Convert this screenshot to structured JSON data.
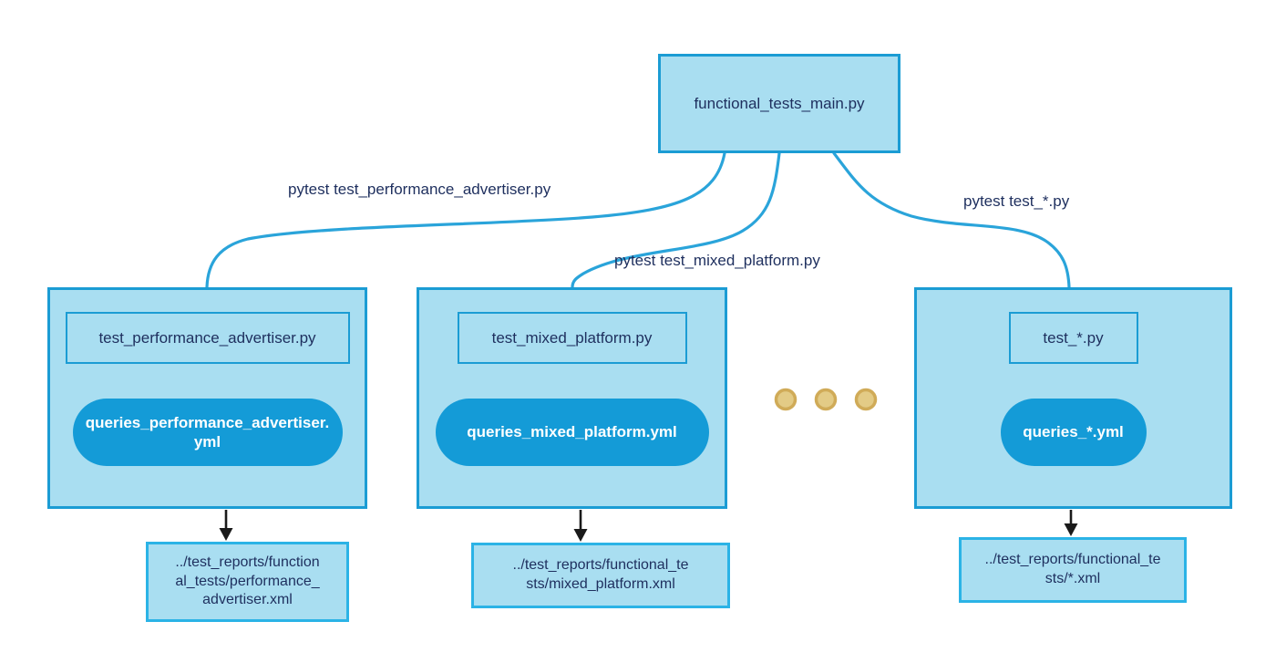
{
  "diagram": {
    "root_label": "functional_tests_main.py",
    "edges": [
      {
        "label": "pytest test_performance_advertiser.py"
      },
      {
        "label": "pytest test_mixed_platform.py"
      },
      {
        "label": "pytest test_*.py"
      }
    ],
    "groups": [
      {
        "test_file": "test_performance_advertiser.py",
        "queries_file": "queries_performance_advertiser.yml",
        "output_path": "../test_reports/functional_tests/performance_advertiser.xml"
      },
      {
        "test_file": "test_mixed_platform.py",
        "queries_file": "queries_mixed_platform.yml",
        "output_path": "../test_reports/functional_tests/mixed_platform.xml"
      },
      {
        "test_file": "test_*.py",
        "queries_file": "queries_*.yml",
        "output_path": "../test_reports/functional_tests/*.xml"
      }
    ],
    "ellipsis": {
      "dot_count": 3
    }
  },
  "colors": {
    "fill": "#a9def1",
    "stroke": "#1b9cd4",
    "output-stroke": "#2bb3e6",
    "pill": "#149bd7",
    "edge": "#2aa4da",
    "navy": "#1e2f5e",
    "dot-fill": "#e3cb86",
    "dot-stroke": "#d0ab58",
    "black": "#1a1a1a"
  }
}
